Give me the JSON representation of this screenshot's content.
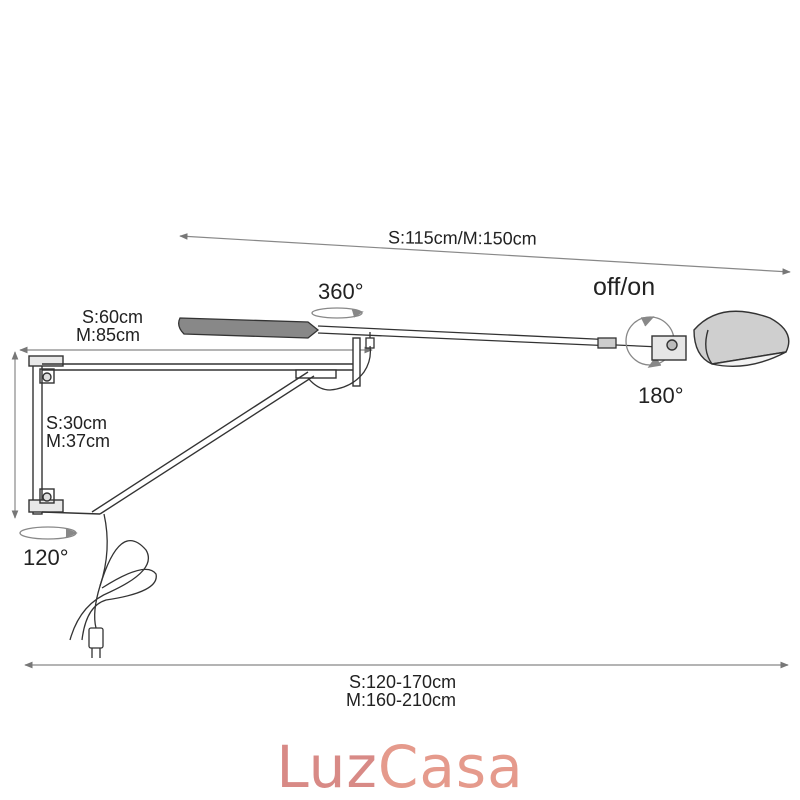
{
  "dimensions": {
    "arm_length": "S:115cm/M:150cm",
    "bracket_length": [
      "S:60cm",
      "M:85cm"
    ],
    "bracket_height": [
      "S:30cm",
      "M:37cm"
    ],
    "total_reach": [
      "S:120-170cm",
      "M:160-210cm"
    ]
  },
  "rotations": {
    "arm": "360°",
    "head": "180°",
    "wall": "120°"
  },
  "switch_label": "off/on",
  "brand": {
    "name": "LuzCasa",
    "colors": {
      "Luz": "#d88a86",
      "Casa": "#e59a8c"
    }
  },
  "style": {
    "line_color": "#333333",
    "dim_color": "#777777"
  }
}
